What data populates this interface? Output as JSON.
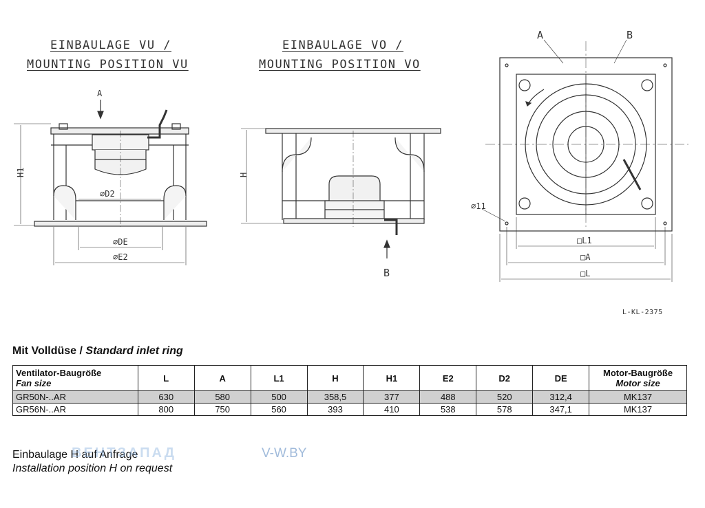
{
  "captions": {
    "vu_line1": "EINBAULAGE VU /",
    "vu_line2": "MOUNTING POSITION VU",
    "vo_line1": "EINBAULAGE VO /",
    "vo_line2": "MOUNTING POSITION VO"
  },
  "drawing_labels": {
    "arrow_a": "A",
    "arrow_b": "B",
    "h1": "H1",
    "h": "H",
    "d2": "⌀D2",
    "de": "⌀DE",
    "e2": "⌀E2",
    "hole": "⌀11",
    "l1": "□L1",
    "a_dim": "□A",
    "l_dim": "□L",
    "side_a": "A",
    "side_b": "B"
  },
  "reference": "L-KL-2375",
  "section": {
    "title_de": "Mit Volldüse /",
    "title_en": "Standard inlet ring"
  },
  "table": {
    "headers": [
      {
        "de": "Ventilator-Baugröße",
        "en": "Fan size"
      },
      {
        "de": "L",
        "en": ""
      },
      {
        "de": "A",
        "en": ""
      },
      {
        "de": "L1",
        "en": ""
      },
      {
        "de": "H",
        "en": ""
      },
      {
        "de": "H1",
        "en": ""
      },
      {
        "de": "E2",
        "en": ""
      },
      {
        "de": "D2",
        "en": ""
      },
      {
        "de": "DE",
        "en": ""
      },
      {
        "de": "Motor-Baugröße",
        "en": "Motor size"
      }
    ],
    "rows": [
      [
        "GR50N-..AR",
        "630",
        "580",
        "500",
        "358,5",
        "377",
        "488",
        "520",
        "312,4",
        "MK137"
      ],
      [
        "GR56N-..AR",
        "800",
        "750",
        "560",
        "393",
        "410",
        "538",
        "578",
        "347,1",
        "MK137"
      ]
    ]
  },
  "note": {
    "de": "Einbaulage H auf Anfrage",
    "en": "Installation position H on request"
  },
  "watermark": {
    "brand": "ВЕНТЗАПАД",
    "url": "V-W.BY"
  }
}
